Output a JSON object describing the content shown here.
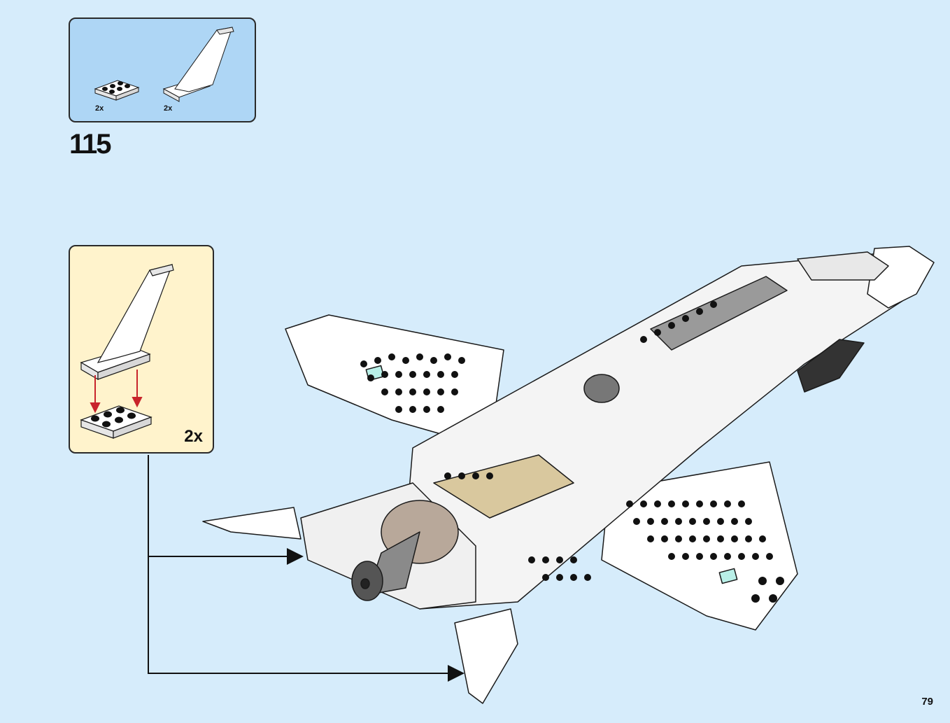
{
  "parts_list": {
    "items": [
      {
        "name": "plate-2x3",
        "quantity": "2x"
      },
      {
        "name": "tail-fin",
        "quantity": "2x"
      }
    ]
  },
  "step": {
    "number": "115"
  },
  "sub_assembly": {
    "quantity": "2x"
  },
  "page": {
    "number": "79"
  },
  "colors": {
    "background": "#d6ecfb",
    "parts_box": "#aed6f5",
    "sub_box": "#fff3cc",
    "arrow_red": "#c8242b",
    "brick_white": "#ffffff",
    "outline": "#1a1a1a"
  }
}
